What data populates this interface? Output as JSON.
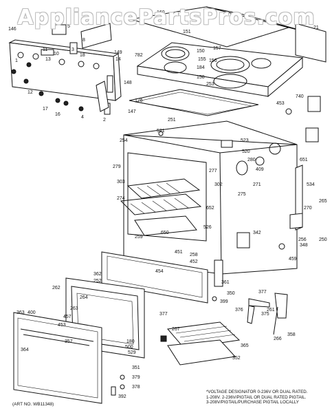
{
  "watermark": "AppliancePartsPros.com",
  "art_number": "(ART NO. WB11348)",
  "voltage_note": {
    "title": "*VOLTAGE DESIGNATOR 0-236V OR DUAL RATED.",
    "line1": "1-208V. 2-236V/PIGTAIL OR DUAL RATED PIGTAIL.",
    "line2": "3-208V/PIGTAIL/PURCHASE PIGTAIL LOCALLY"
  },
  "part_labels": [
    "146",
    "5",
    "18",
    "149",
    "14",
    "11",
    "13",
    "10",
    "1",
    "12",
    "17",
    "16",
    "148",
    "147",
    "4",
    "2",
    "8",
    "3",
    "160",
    "151",
    "21",
    "782",
    "150",
    "155",
    "184",
    "157",
    "156",
    "158",
    "253",
    "176",
    "740",
    "453",
    "521",
    "251",
    "254",
    "523",
    "520",
    "279",
    "280",
    "409",
    "651",
    "303",
    "271",
    "277",
    "302",
    "275",
    "534",
    "652",
    "274",
    "270",
    "265",
    "526",
    "650",
    "451",
    "259",
    "258",
    "452",
    "342",
    "256",
    "348",
    "250",
    "459",
    "454",
    "361",
    "362",
    "252",
    "350",
    "262",
    "377",
    "264",
    "376",
    "263",
    "261",
    "375",
    "457",
    "377",
    "453",
    "399",
    "267",
    "266",
    "358",
    "363",
    "400",
    "180",
    "500",
    "365",
    "364",
    "357",
    "529",
    "352",
    "351",
    "379",
    "378",
    "392"
  ]
}
